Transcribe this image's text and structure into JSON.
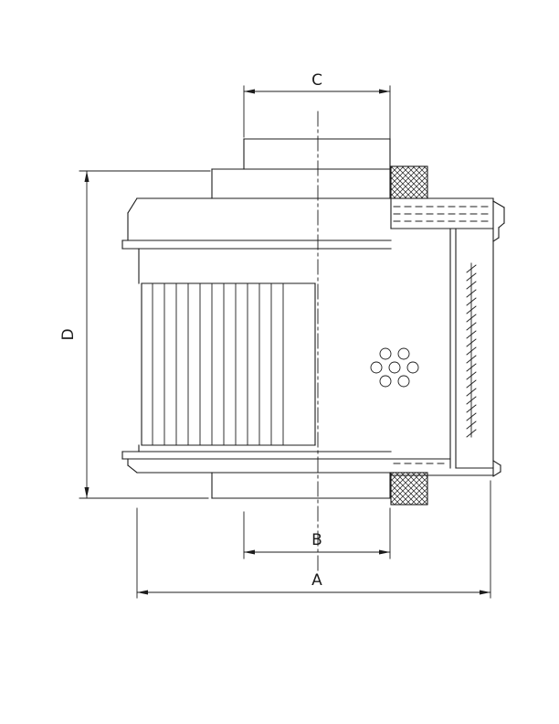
{
  "drawing": {
    "background_color": "#ffffff",
    "line_color": "#1c1c1c",
    "dimension_labels": {
      "a": "A",
      "b": "B",
      "c": "C",
      "d": "D"
    }
  }
}
